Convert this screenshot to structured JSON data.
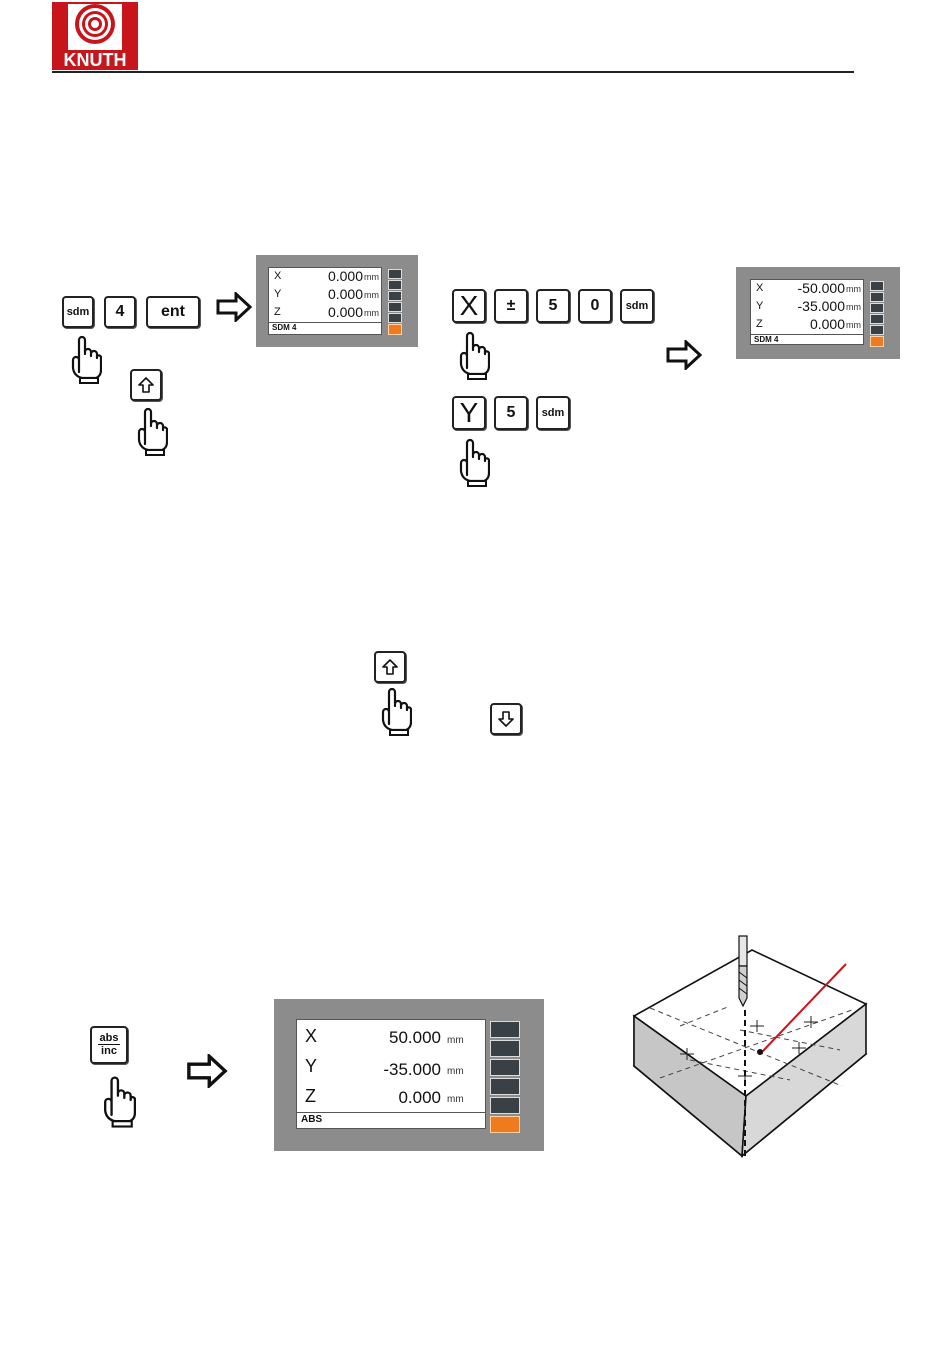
{
  "header": {
    "logo_text": "KNUTH",
    "logo_color": "#c8151b"
  },
  "keys": {
    "sdm": "sdm",
    "four": "4",
    "ent": "ent",
    "x": "X",
    "plus_minus": "±",
    "five": "5",
    "zero": "0",
    "y": "Y",
    "abs": "abs",
    "inc": "inc"
  },
  "display1": {
    "rows": [
      {
        "axis": "X",
        "value": "0.000",
        "unit": "mm"
      },
      {
        "axis": "Y",
        "value": "0.000",
        "unit": "mm"
      },
      {
        "axis": "Z",
        "value": "0.000",
        "unit": "mm"
      }
    ],
    "mode": "SDM 4"
  },
  "display2": {
    "rows": [
      {
        "axis": "X",
        "value": "-50.000",
        "unit": "mm"
      },
      {
        "axis": "Y",
        "value": "-35.000",
        "unit": "mm"
      },
      {
        "axis": "Z",
        "value": "0.000",
        "unit": "mm"
      }
    ],
    "mode": "SDM 4"
  },
  "display3": {
    "rows": [
      {
        "axis": "X",
        "value": "50.000",
        "unit": "mm"
      },
      {
        "axis": "Y",
        "value": "-35.000",
        "unit": "mm"
      },
      {
        "axis": "Z",
        "value": "0.000",
        "unit": "mm"
      }
    ],
    "mode": "ABS"
  },
  "colors": {
    "orange_button": "#f07a1e",
    "dark_button": "#3a4146",
    "panel_gray": "#8c8c8c",
    "annotation_red": "#d0121a"
  }
}
